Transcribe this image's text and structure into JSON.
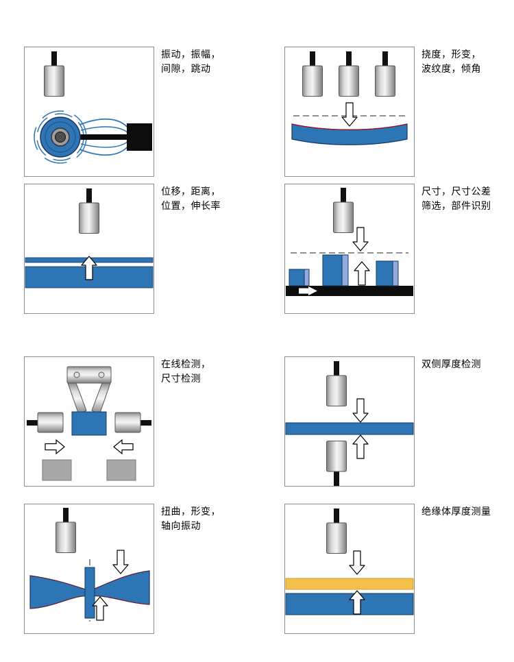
{
  "page": {
    "background": "#ffffff"
  },
  "palette": {
    "blue": "#2e75b6",
    "blue_dark": "#17375e",
    "blue_light": "#8faadc",
    "orange": "#f3c04a",
    "gray_metal": "#b0b0b0",
    "gray_block": "#a8a8a8",
    "black": "#0d0d0d",
    "red_reference": "#c00000",
    "box_border": "#8c8c8c"
  },
  "diagrams": [
    {
      "id": "vibration",
      "label": "振动，振幅，\n间隙，跳动"
    },
    {
      "id": "deflection",
      "label": "挠度，形变，\n波纹度，倾角"
    },
    {
      "id": "displacement",
      "label": "位移，距离，\n位置，伸长率"
    },
    {
      "id": "dimension-sorting",
      "label": "尺寸，尺寸公差\n筛选，部件识别"
    },
    {
      "id": "inline-inspection",
      "label": "在线检测，\n尺寸检测"
    },
    {
      "id": "double-sided-thickness",
      "label": "双侧厚度检测"
    },
    {
      "id": "twist",
      "label": "扭曲，形变，\n轴向振动"
    },
    {
      "id": "insulation-thickness",
      "label": "绝缘体厚度测量"
    }
  ]
}
